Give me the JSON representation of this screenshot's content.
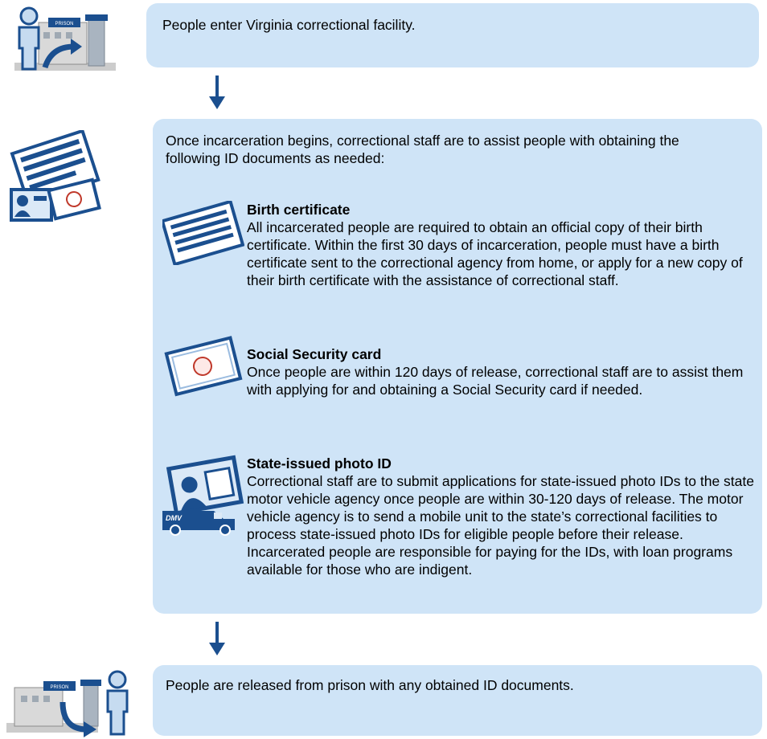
{
  "step1": {
    "text": "People enter Virginia correctional facility.",
    "sign": "PRISON"
  },
  "step2": {
    "intro": "Once incarceration begins, correctional staff are to assist people with obtaining the following ID documents as needed:",
    "items": [
      {
        "title": "Birth certificate",
        "text": "All incarcerated people are required to obtain an official copy of their birth certificate. Within the first 30 days of incarceration, people must have a birth certificate sent to the correctional agency from home, or apply for a new copy of their birth certificate with the assistance of correctional staff."
      },
      {
        "title": "Social Security card",
        "text": "Once people are within 120 days of release, correctional staff are to assist them with applying for and obtaining a Social Security card if needed."
      },
      {
        "title": "State-issued photo ID",
        "text": "Correctional staff are to submit applications for state-issued photo IDs to the state motor vehicle agency once people are within 30-120 days of release. The motor vehicle agency is to send a mobile unit to the state’s correctional facilities to process state-issued photo IDs for eligible people before their release. Incarcerated people are responsible for paying for the IDs, with loan programs available for those who are indigent."
      }
    ],
    "van_label": "DMV"
  },
  "step3": {
    "text": "People are released from prison with any obtained ID documents.",
    "sign": "PRISON"
  },
  "colors": {
    "box": "#cfe4f7",
    "navy": "#1b4f8f",
    "light": "#dbe9f7"
  }
}
